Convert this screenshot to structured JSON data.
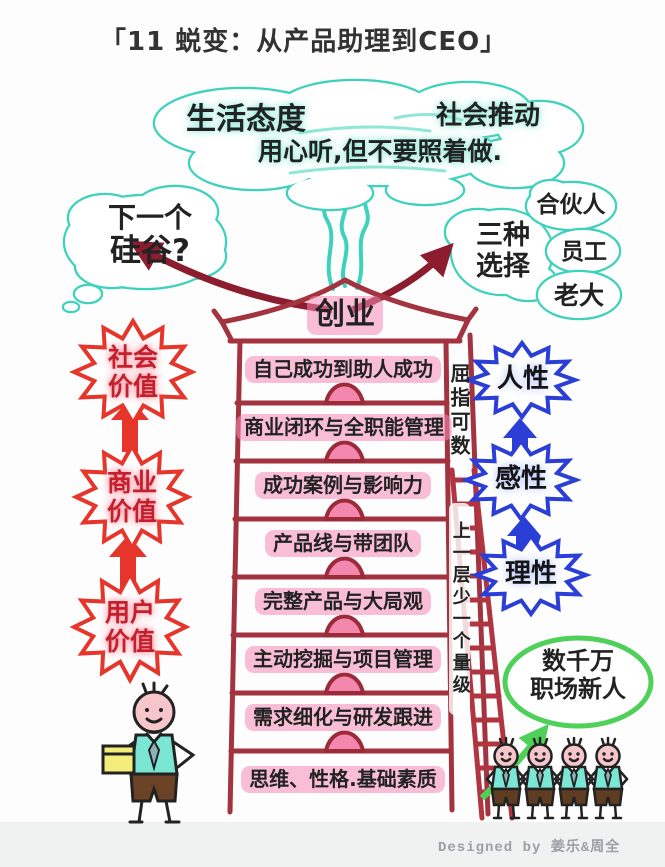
{
  "title": "「11 蜕变：从产品助理到CEO」",
  "clouds": {
    "life_attitude": "生活态度",
    "social_push": "社会推动",
    "listen_advice": "用心听,但不要照着做.",
    "next_silicon_valley": {
      "line1": "下一个",
      "line2": "硅谷?"
    },
    "three_choices": {
      "line1": "三种",
      "line2": "选择"
    },
    "choice_partner": "合伙人",
    "choice_employee": "员工",
    "choice_boss": "老大"
  },
  "tower": {
    "top_label": "创业",
    "levels": [
      "自己成功到助人成功",
      "商业闭环与全职能管理",
      "成功案例与影响力",
      "产品线与带团队",
      "完整产品与大局观",
      "主动挖掘与项目管理",
      "需求细化与研发跟进",
      "思维、性格.基础素质"
    ],
    "note_top": "屈指可数",
    "note_side": "上一层少一个量级"
  },
  "left_chain": [
    {
      "line1": "社会",
      "line2": "价值"
    },
    {
      "line1": "商业",
      "line2": "价值"
    },
    {
      "line1": "用户",
      "line2": "价值"
    }
  ],
  "right_chain": [
    "人性",
    "感性",
    "理性"
  ],
  "newcomers": {
    "line1": "数千万",
    "line2": "职场新人"
  },
  "footer": "Designed by 姜乐&周全",
  "colors": {
    "teal": "#3ed2bd",
    "maroon": "#8c1d2f",
    "tower_red": "#a2333f",
    "pink": "#f387ae",
    "red": "#e6352a",
    "blue": "#2b3fd6",
    "green": "#4fd058"
  }
}
